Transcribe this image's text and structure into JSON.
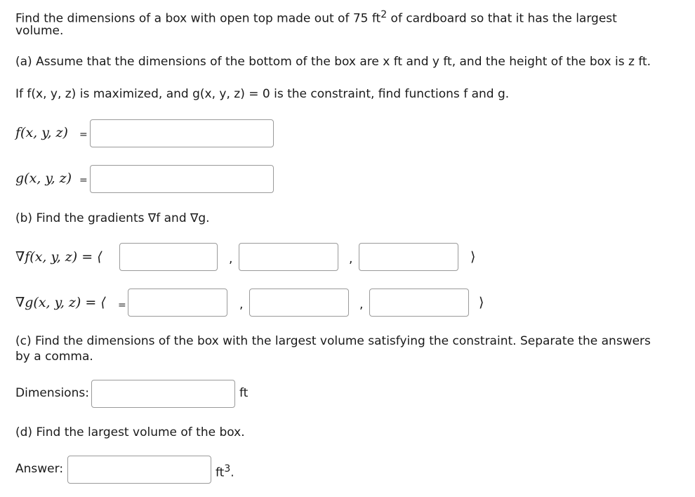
{
  "problem": {
    "line1": "Find the dimensions of a box with open top made out of 75 ft",
    "sup": "2",
    "line1_end": " of cardboard so that it has the largest",
    "line2": "volume."
  },
  "part_a": {
    "line1": "(a) Assume that the dimensions of the bottom of the box are x ft and y ft, and the height of the box is z ft.",
    "line2": "If f(x, y, z) is maximized, and g(x, y, z) = 0 is the constraint, find functions f and g.",
    "f_label": "f(x, y, z)",
    "g_label": "g(x, y, z)",
    "eq": "=",
    "f_value": "",
    "g_value": ""
  },
  "part_b": {
    "heading": "(b) Find the gradients ∇f and ∇g.",
    "grad_f_label": "∇f(x, y, z) = ⟨",
    "grad_g_label": "∇g(x, y, z) = ⟨",
    "eq_small": "=",
    "comma": ",",
    "close": "⟩",
    "grad_f_values": [
      "",
      "",
      ""
    ],
    "grad_g_values": [
      "",
      "",
      ""
    ]
  },
  "part_c": {
    "line1": "(c) Find the dimensions of the box with the largest volume satisfying the constraint. Separate the answers",
    "line2": "by a comma.",
    "label": "Dimensions:",
    "unit": "ft",
    "value": ""
  },
  "part_d": {
    "heading": "(d) Find the largest volume of the box.",
    "label": "Answer:",
    "unit": "ft",
    "unit_sup": "3",
    "unit_end": ".",
    "value": ""
  }
}
